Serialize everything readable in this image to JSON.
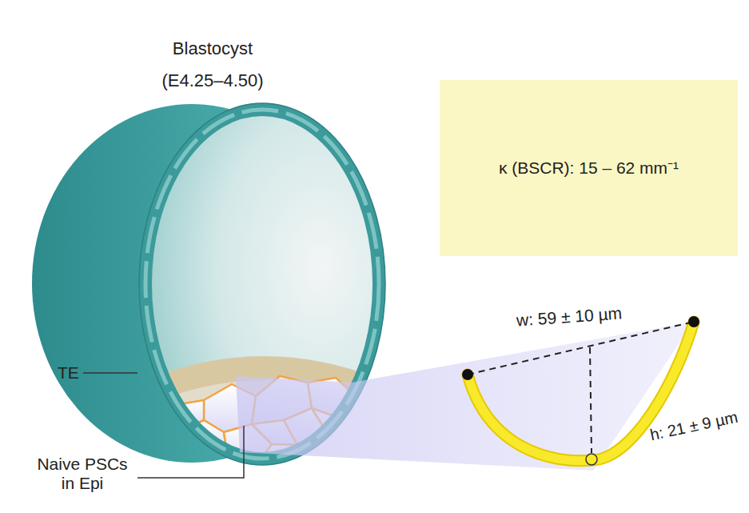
{
  "diagram": {
    "nodes": [
      {
        "text": [
          "κ (BSCR): 15 – 62 mm⁻¹"
        ]
      }
    ],
    "labels": [
      "Blastocyst",
      "(E4.25–4.50)",
      "w: 59 ± 10 µm",
      "h: 21 ± 9 µm",
      "TE",
      "Naive PSCs in Epi"
    ]
  }
}
